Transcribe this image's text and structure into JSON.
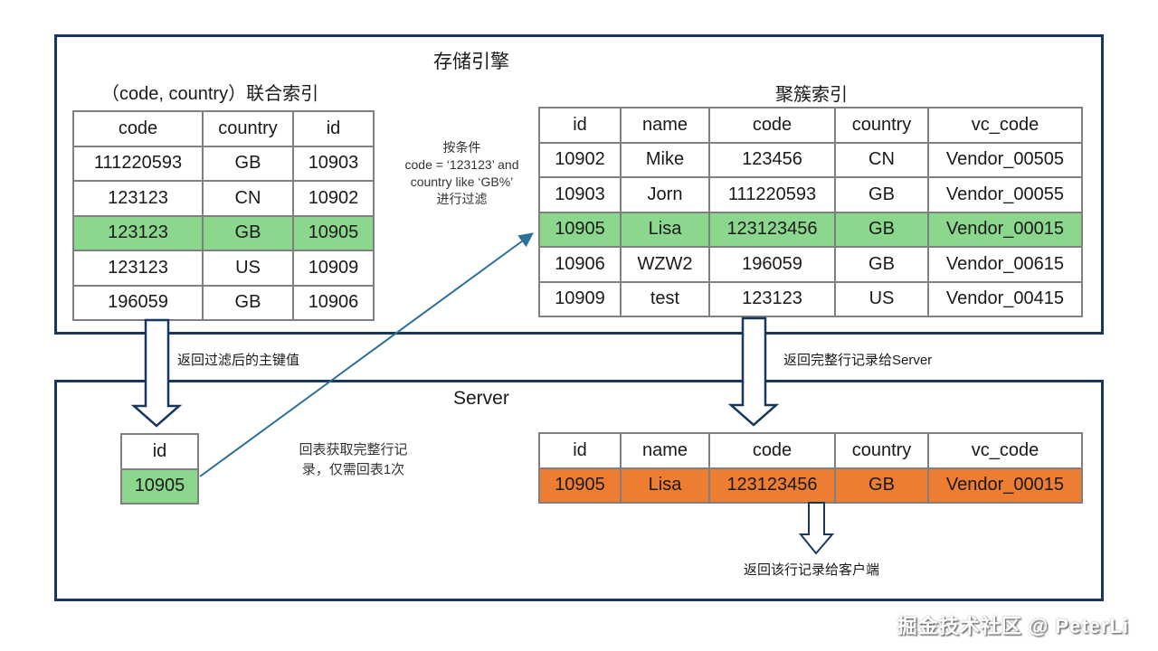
{
  "storage_engine": {
    "title": "存储引擎",
    "joint_index": {
      "title": "（code, country）联合索引",
      "headers": [
        "code",
        "country",
        "id"
      ],
      "rows": [
        [
          "111220593",
          "GB",
          "10903"
        ],
        [
          "123123",
          "CN",
          "10902"
        ],
        [
          "123123",
          "GB",
          "10905"
        ],
        [
          "123123",
          "US",
          "10909"
        ],
        [
          "196059",
          "GB",
          "10906"
        ]
      ],
      "highlight_row_index": 2
    },
    "filter_note": {
      "lines": [
        "按条件",
        "code = ‘123123’ and",
        "country like ‘GB%’",
        "进行过滤"
      ]
    },
    "clustered_index": {
      "title": "聚簇索引",
      "headers": [
        "id",
        "name",
        "code",
        "country",
        "vc_code"
      ],
      "rows": [
        [
          "10902",
          "Mike",
          "123456",
          "CN",
          "Vendor_00505"
        ],
        [
          "10903",
          "Jorn",
          "111220593",
          "GB",
          "Vendor_00055"
        ],
        [
          "10905",
          "Lisa",
          "123123456",
          "GB",
          "Vendor_00015"
        ],
        [
          "10906",
          "WZW2",
          "196059",
          "GB",
          "Vendor_00615"
        ],
        [
          "10909",
          "test",
          "123123",
          "US",
          "Vendor_00415"
        ]
      ],
      "highlight_row_index": 2
    }
  },
  "server": {
    "title": "Server",
    "id_table": {
      "headers": [
        "id"
      ],
      "rows": [
        [
          "10905"
        ]
      ],
      "highlight_row_index": 0
    },
    "result_table": {
      "headers": [
        "id",
        "name",
        "code",
        "country",
        "vc_code"
      ],
      "rows": [
        [
          "10905",
          "Lisa",
          "123123456",
          "GB",
          "Vendor_00015"
        ]
      ],
      "highlight_row_index": 0
    }
  },
  "labels": {
    "return_filtered_pk": "返回过滤后的主键值",
    "return_full_row": "返回完整行记录给Server",
    "back_to_table_lines": [
      "回表获取完整行记",
      "录，仅需回表1次"
    ],
    "return_row_to_client": "返回该行记录给客户端"
  },
  "watermark": "掘金技术社区 @ PeterLi",
  "colors": {
    "navy": "#17375E",
    "teal": "#2D6F96",
    "green": "#8BD78E",
    "orange": "#ED7D31"
  }
}
